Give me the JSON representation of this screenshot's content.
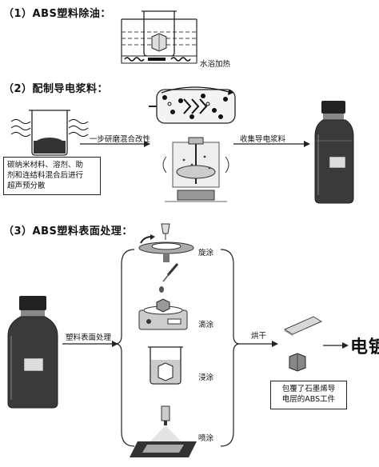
{
  "sections": [
    {
      "id": "s1",
      "title": "（1）ABS塑料除油："
    },
    {
      "id": "s2",
      "title": "（2）配制导电浆料："
    },
    {
      "id": "s3",
      "title": "（3）ABS塑料表面处理："
    }
  ],
  "step1": {
    "water_bath_label": "水浴加热"
  },
  "step2": {
    "predisperse_lines": [
      "碳纳米材料、溶剂、助",
      "剂和连结料混合后进行",
      "超声预分散"
    ],
    "grind_label": "一步研磨混合改性",
    "collect_label": "收集导电浆料"
  },
  "step3": {
    "surface_label": "塑料表面处理",
    "methods": [
      "旋涂",
      "滴涂",
      "浸涂",
      "喷涂"
    ],
    "dry_label": "烘干",
    "electroplate_label": "电镀",
    "product_lines": [
      "包覆了石墨烯导",
      "电层的ABS工件"
    ]
  }
}
